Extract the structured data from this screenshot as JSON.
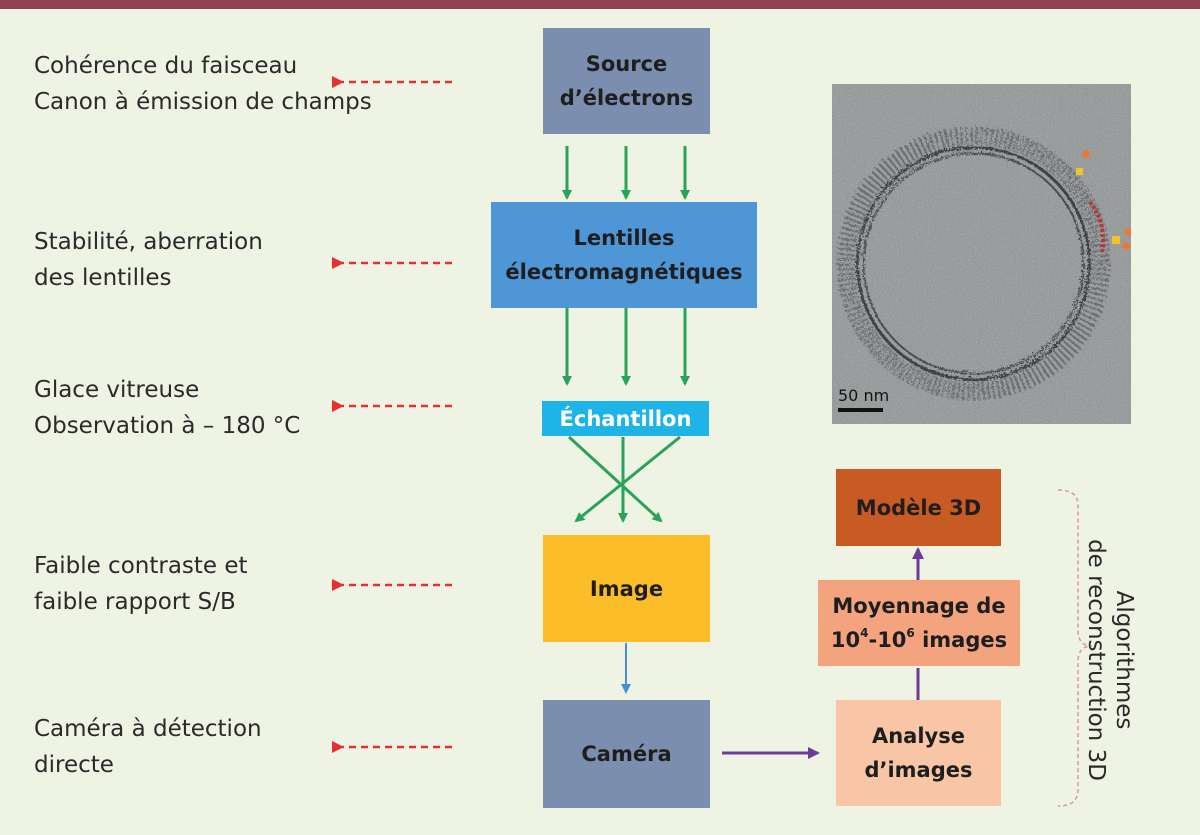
{
  "left_labels": [
    [
      "Cohérence du faisceau",
      "Canon à émission de champs"
    ],
    [
      "Stabilité, aberration",
      "des lentilles"
    ],
    [
      "Glace vitreuse",
      "Observation à – 180 °C"
    ],
    [
      "Faible contraste et",
      "faible rapport S/B"
    ],
    [
      "Caméra à détection",
      "directe"
    ]
  ],
  "boxes": {
    "source": [
      "Source",
      "d’électrons"
    ],
    "lentilles": [
      "Lentilles",
      "électromagnétiques"
    ],
    "echantillon": "Échantillon",
    "image": "Image",
    "camera": "Caméra",
    "analyse": [
      "Analyse",
      "d’images"
    ],
    "moyennage": {
      "line1": "Moyennage de",
      "base1": "10",
      "exp1": "4",
      "dash": "-",
      "base2": "10",
      "exp2": "6",
      "suffix": " images"
    },
    "modele": "Modèle 3D"
  },
  "algo_label": [
    "Algorithmes",
    "de reconstruction 3D"
  ],
  "micrograph": {
    "scale_label": "50 nm"
  },
  "colors": {
    "top_bar": "#8e4150",
    "background": "#eef3e4",
    "source_box": "#7b8eb0",
    "lentilles_box": "#4e96d6",
    "echantillon_box": "#1fb4e6",
    "image_box": "#fbbd28",
    "camera_box": "#7b8eb0",
    "analyse_box": "#f8c6a6",
    "moyennage_box": "#f3a47e",
    "modele_box": "#c85b24",
    "green_arrow": "#2aa35a",
    "blue_arrow": "#4a8fd8",
    "purple_arrow": "#6b3c9a",
    "red_dashed_arrow": "#e53030",
    "bracket": "#d79a8f"
  }
}
